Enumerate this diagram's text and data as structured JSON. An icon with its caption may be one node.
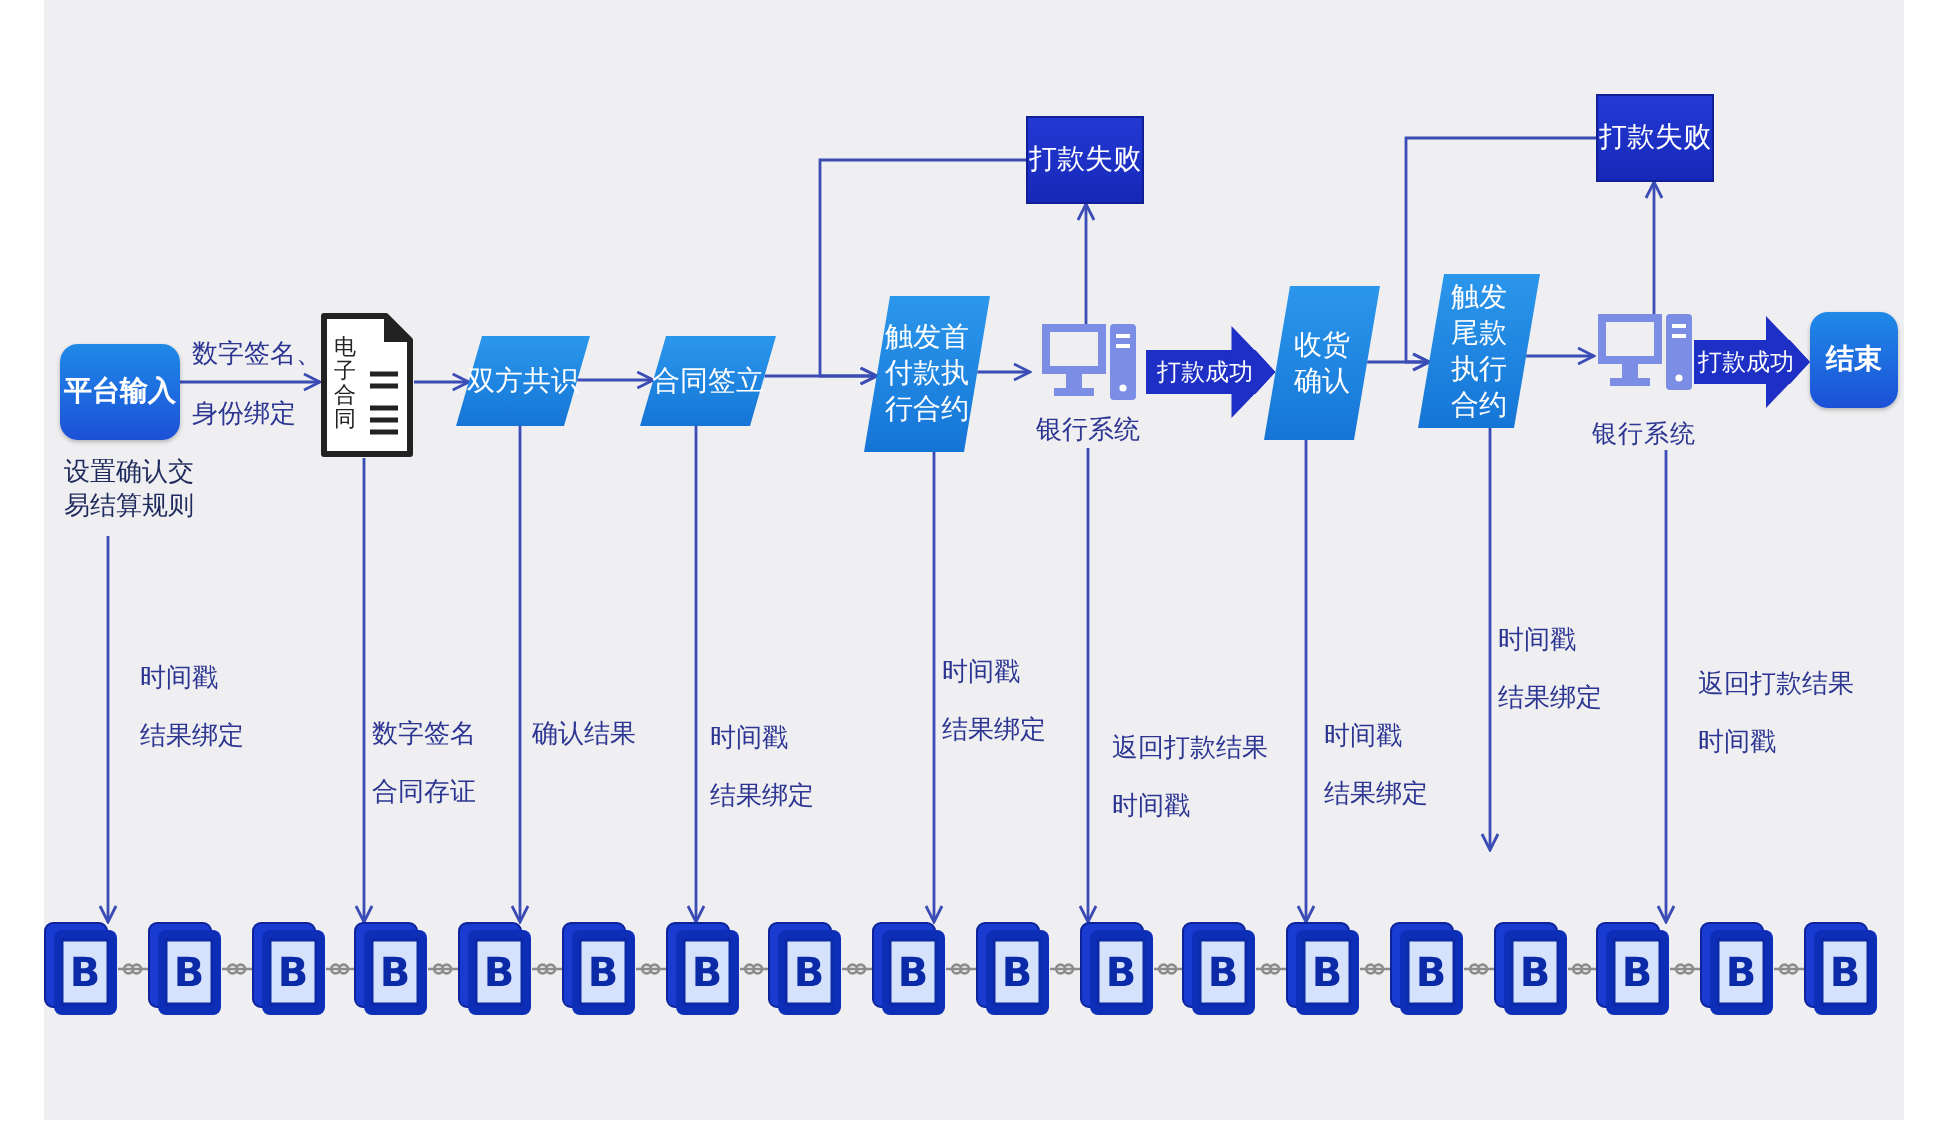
{
  "diagram": {
    "nodes": [
      {
        "text": [
          "平台输入"
        ],
        "beside": [
          "设置确认交易结算规则"
        ]
      },
      {
        "text": [
          "电子合同"
        ]
      },
      {
        "text": [
          "双方共识"
        ]
      },
      {
        "text": [
          "合同签立"
        ]
      },
      {
        "text": [
          "触发首付款执行合约"
        ]
      },
      {
        "text": [
          "银行系统"
        ]
      },
      {
        "text": [
          "打款失败"
        ]
      },
      {
        "text": [
          "收货确认"
        ]
      },
      {
        "text": [
          "触发尾款执行合约"
        ]
      },
      {
        "text": [
          "银行系统"
        ]
      },
      {
        "text": [
          "打款失败"
        ]
      },
      {
        "text": [
          "结束"
        ]
      },
      {
        "text": [
          "B"
        ]
      },
      {
        "text": [
          "B"
        ]
      },
      {
        "text": [
          "B"
        ]
      },
      {
        "text": [
          "B"
        ]
      },
      {
        "text": [
          "B"
        ]
      },
      {
        "text": [
          "B"
        ]
      },
      {
        "text": [
          "B"
        ]
      },
      {
        "text": [
          "B"
        ]
      },
      {
        "text": [
          "B"
        ]
      },
      {
        "text": [
          "B"
        ]
      },
      {
        "text": [
          "B"
        ]
      },
      {
        "text": [
          "B"
        ]
      },
      {
        "text": [
          "B"
        ]
      },
      {
        "text": [
          "B"
        ]
      },
      {
        "text": [
          "B"
        ]
      },
      {
        "text": [
          "B"
        ]
      },
      {
        "text": [
          "B"
        ]
      },
      {
        "text": [
          "B"
        ]
      }
    ],
    "edges": [
      {
        "from": 0,
        "to": 1,
        "arrow": "to",
        "label": "数字签名、身份绑定"
      },
      {
        "from": 1,
        "to": 2,
        "arrow": "to"
      },
      {
        "from": 2,
        "to": 3,
        "arrow": "to"
      },
      {
        "from": 3,
        "to": 4,
        "arrow": "to"
      },
      {
        "from": 4,
        "to": 5,
        "arrow": "to"
      },
      {
        "from": 5,
        "to": 6,
        "arrow": "to"
      },
      {
        "from": 6,
        "to": 4,
        "arrow": "to"
      },
      {
        "from": 5,
        "to": 7,
        "arrow": "to",
        "label": "打款成功",
        "style": "thick",
        "color": "#1d2fc4"
      },
      {
        "from": 7,
        "to": 8,
        "arrow": "to"
      },
      {
        "from": 10,
        "to": 8,
        "arrow": "to"
      },
      {
        "from": 8,
        "to": 9,
        "arrow": "to"
      },
      {
        "from": 9,
        "to": 10,
        "arrow": "to"
      },
      {
        "from": 9,
        "to": 11,
        "arrow": "to",
        "label": "打款成功",
        "style": "thick",
        "color": "#1d2fc4"
      },
      {
        "from": 0,
        "to": 12,
        "arrow": "to",
        "label": "时间戳结果绑定"
      },
      {
        "from": 1,
        "to": 15,
        "arrow": "to",
        "label": "数字签名合同存证"
      },
      {
        "from": 2,
        "to": 16,
        "arrow": "to",
        "label": "确认结果"
      },
      {
        "from": 3,
        "to": 18,
        "arrow": "to",
        "label": "时间戳结果绑定"
      },
      {
        "from": 4,
        "to": 20,
        "arrow": "to",
        "label": "时间戳结果绑定"
      },
      {
        "from": 5,
        "to": 22,
        "arrow": "to",
        "label": "返回打款结果时间戳"
      },
      {
        "from": 7,
        "to": 24,
        "arrow": "to",
        "label": "时间戳结果绑定"
      },
      {
        "from": 8,
        "to": null,
        "arrow": "to",
        "label": "时间戳结果绑定"
      },
      {
        "from": 9,
        "to": 27,
        "arrow": "to",
        "label": "返回打款结果时间戳"
      },
      {
        "from": 12,
        "to": 13,
        "arrow": "none",
        "color": "#8c8c8c"
      },
      {
        "from": 13,
        "to": 14,
        "arrow": "none",
        "color": "#8c8c8c"
      },
      {
        "from": 14,
        "to": 15,
        "arrow": "none",
        "color": "#8c8c8c"
      },
      {
        "from": 15,
        "to": 16,
        "arrow": "none",
        "color": "#8c8c8c"
      },
      {
        "from": 16,
        "to": 17,
        "arrow": "none",
        "color": "#8c8c8c"
      },
      {
        "from": 17,
        "to": 18,
        "arrow": "none",
        "color": "#8c8c8c"
      },
      {
        "from": 18,
        "to": 19,
        "arrow": "none",
        "color": "#8c8c8c"
      },
      {
        "from": 19,
        "to": 20,
        "arrow": "none",
        "color": "#8c8c8c"
      },
      {
        "from": 20,
        "to": 21,
        "arrow": "none",
        "color": "#8c8c8c"
      },
      {
        "from": 21,
        "to": 22,
        "arrow": "none",
        "color": "#8c8c8c"
      },
      {
        "from": 22,
        "to": 23,
        "arrow": "none",
        "color": "#8c8c8c"
      },
      {
        "from": 23,
        "to": 24,
        "arrow": "none",
        "color": "#8c8c8c"
      },
      {
        "from": 24,
        "to": 25,
        "arrow": "none",
        "color": "#8c8c8c"
      },
      {
        "from": 25,
        "to": 26,
        "arrow": "none",
        "color": "#8c8c8c"
      },
      {
        "from": 26,
        "to": 27,
        "arrow": "none",
        "color": "#8c8c8c"
      },
      {
        "from": 27,
        "to": 28,
        "arrow": "none",
        "color": "#8c8c8c"
      },
      {
        "from": 28,
        "to": 29,
        "arrow": "none",
        "color": "#8c8c8c"
      }
    ]
  }
}
